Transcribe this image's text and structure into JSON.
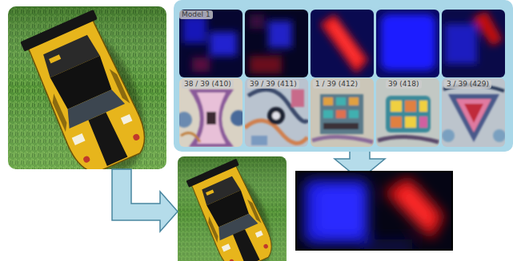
{
  "diagram": {
    "nodes": [
      {
        "text": [
          "Model 1"
        ]
      },
      {
        "text": [
          "38 / 39 (410)"
        ],
        "in": 0
      },
      {
        "text": [
          "39 / 39 (411)"
        ],
        "in": 0
      },
      {
        "text": [
          "1 / 39 (412)"
        ],
        "in": 0
      },
      {
        "text": [
          "39 (418)"
        ],
        "in": 0
      },
      {
        "text": [
          "3 / 39 (429)"
        ],
        "in": 0
      }
    ]
  }
}
